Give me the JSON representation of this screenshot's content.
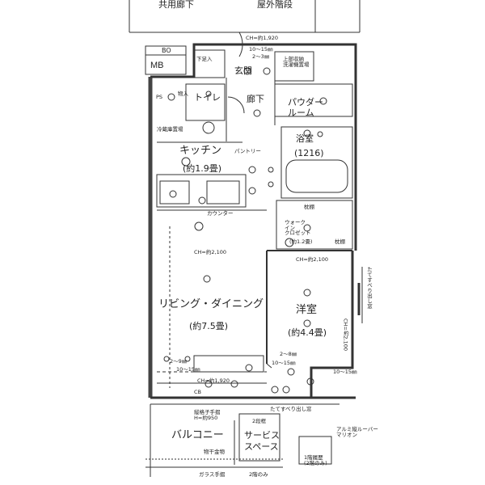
{
  "labels": {
    "corridor_common": "共用廊下",
    "outdoor_stairs": "屋外階段",
    "bo": "BO",
    "mb": "MB",
    "entrance": "玄関",
    "shoe_box": "下足入",
    "toilet": "トイレ",
    "hallway": "廊下",
    "powder_room": "パウダー\nルーム",
    "bath": "浴室",
    "bath_size": "(1216)",
    "kitchen": "キッチン",
    "kitchen_size": "(約1.9畳)",
    "pantry": "パントリー",
    "fridge": "冷蔵庫置場",
    "counter": "カウンター",
    "shelf_1": "枕棚",
    "shelf_2": "枕棚",
    "walk_in": "ウォーク\nイン\nクロゼット",
    "walk_in_size": "(約1.2畳)",
    "living": "リビング・ダイニング",
    "living_size": "(約7.5畳)",
    "western": "洋室",
    "western_size": "(約4.4畳)",
    "balcony": "バルコニー",
    "service_space": "サービス\nスペース",
    "ps": "PS",
    "storage_cab": "物入",
    "laundry": "洗濯機置場",
    "pdu": "上部収納\n洗濯機置場"
  },
  "notes": {
    "ch_1920_top": "CH=約1,920",
    "steps_top": "10～15㎜",
    "steps_top2": "2～3㎜",
    "ch_2100_ld": "CH=約2,100",
    "ch_2100_w": "CH=約2,100",
    "ch_2100_w2": "CH=約2,100",
    "ch_1920_bot": "CH=約1,920",
    "steps_ld": "2～9㎜",
    "steps_ld2": "10～15㎜",
    "steps_w": "2～8㎜",
    "steps_w2": "10～15㎜",
    "steps_w3": "10～15㎜",
    "window_side": "たてすべり出し窓",
    "window_bottom": "たてすべり出し窓",
    "railing": "縦格子手摺\nH=約950",
    "bal_sill": "2段框",
    "louver": "アルミ縦ルーバー\nマリオン",
    "glass_rail": "ガラス手摺",
    "storage_bal": "物干金物",
    "stairs_note": "1階履歴\n(2階のみ)",
    "step_2": "2階のみ",
    "cb": "CB"
  }
}
